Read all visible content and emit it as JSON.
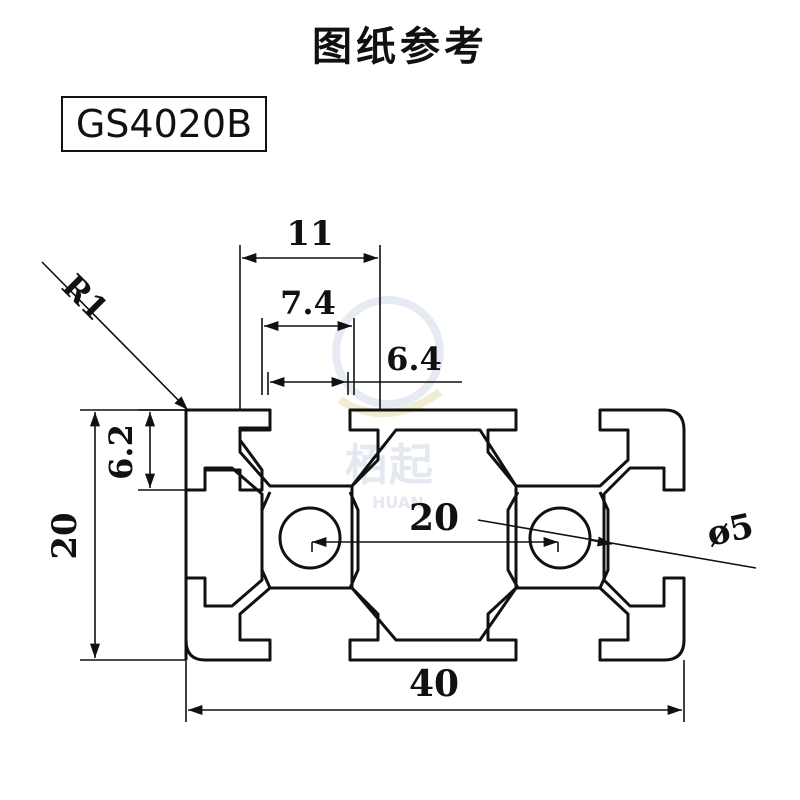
{
  "drawing": {
    "title": "图纸参考",
    "model": "GS4020B",
    "watermark": {
      "chars": "栢起",
      "latin": "HUAN"
    },
    "dimensions": {
      "slot_outer_width": "11",
      "slot_inner_width": "7.4",
      "slot_opening": "6.4",
      "corner_radius": "R1",
      "flange_height": "6.2",
      "height": "20",
      "pitch": "20",
      "hole_diameter": "ø5",
      "width": "40"
    }
  },
  "colors": {
    "line": "#111111",
    "watermark": "#cfd6e6"
  }
}
